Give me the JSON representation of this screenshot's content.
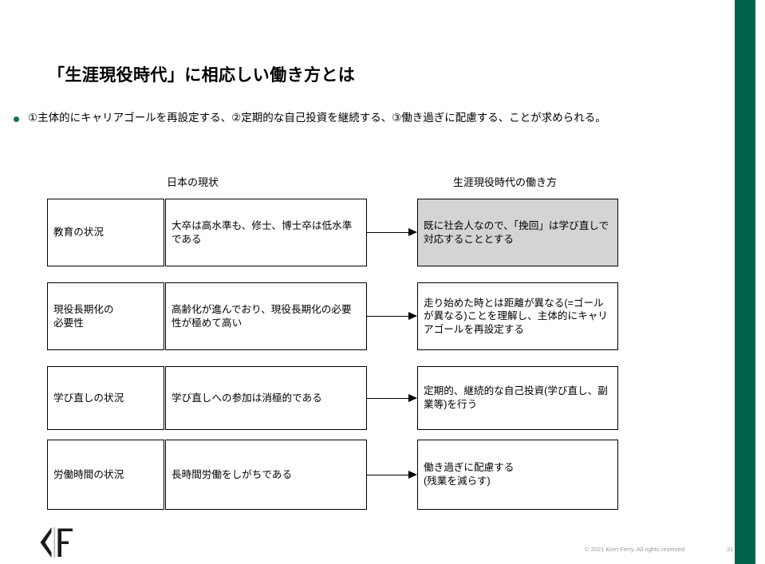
{
  "slide": {
    "title": "「生涯現役時代」に相応しい働き方とは",
    "bullet": "①主体的にキャリアゴールを再設定する、②定期的な自己投資を継続する、③働き過ぎに配慮する、ことが求められる。",
    "accent_color": "#00634b",
    "bullet_color": "#1a6b5a",
    "highlight_fill": "#d4d4d4"
  },
  "diagram": {
    "headers": {
      "current": "日本の現状",
      "future": "生涯現役時代の働き方"
    },
    "rows": [
      {
        "category": "教育の状況",
        "current": "大卒は高水準も、修士、博士卒は低水準である",
        "future": "既に社会人なので、「挽回」は学び直しで対応することとする",
        "future_highlighted": true
      },
      {
        "category": "現役長期化の\n必要性",
        "current": "高齢化が進んでおり、現役長期化の必要性が極めて高い",
        "future": "走り始めた時とは距離が異なる(=ゴールが異なる)ことを理解し、主体的にキャリアゴールを再設定する",
        "future_highlighted": false
      },
      {
        "category": "学び直しの状況",
        "current": "学び直しへの参加は消極的である",
        "future": "定期的、継続的な自己投資(学び直し、副業等)を行う",
        "future_highlighted": false
      },
      {
        "category": "労働時間の状況",
        "current": "長時間労働をしがちである",
        "future": "働き過ぎに配慮する\n(残業を減らす)",
        "future_highlighted": false
      }
    ]
  },
  "footer": {
    "copyright": "© 2021 Korn Ferry. All rights reserved",
    "page_number": "31",
    "logo_alt": "korn-ferry-logo"
  }
}
